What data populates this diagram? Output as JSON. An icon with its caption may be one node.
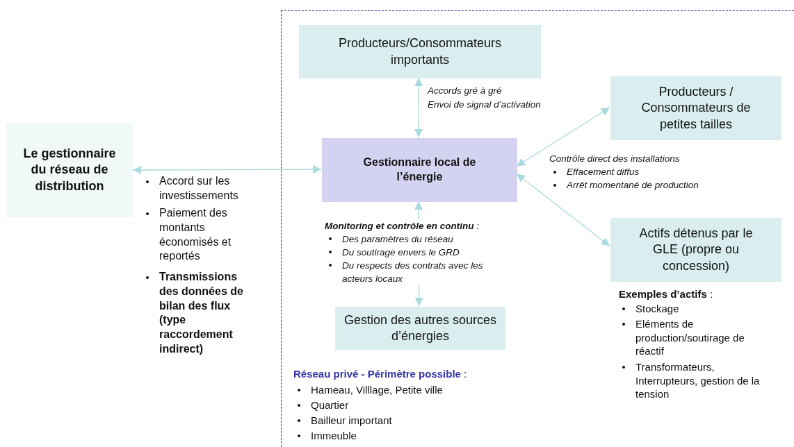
{
  "diagram": {
    "nodes": [
      {
        "text": [
          "**Réseau privé - Périmètre possible** :"
        ]
      },
      {
        "text": [
          "Le gestionnaire du réseau de distribution"
        ]
      },
      {
        "text": [
          "Producteurs/Consommateurs importants"
        ],
        "in": 0
      },
      {
        "text": [
          "Gestionnaire local de l’énergie"
        ],
        "in": 0
      },
      {
        "text": [
          "Producteurs / Consommateurs de petites tailles"
        ],
        "in": 0
      },
      {
        "text": [
          "Actifs détenus par le GLE (propre ou concession)"
        ],
        "in": 0
      },
      {
        "text": [
          "Gestion des autres sources d’énergies"
        ],
        "in": 0
      }
    ],
    "edges": [
      {
        "from": 1,
        "to": 3,
        "arrow": "both"
      },
      {
        "from": 2,
        "to": 3,
        "arrow": "both"
      },
      {
        "from": 3,
        "to": 4,
        "arrow": "both"
      },
      {
        "from": 3,
        "to": 5,
        "arrow": "both"
      },
      {
        "from": 3,
        "to": 6,
        "arrow": "both"
      }
    ],
    "labels": [
      "Accords gré à gré",
      "Envoi de signal d’activation",
      "Contrôle direct des installations",
      "Effacement diffus",
      "Arrêt momentané de production",
      "Accord sur les investissements",
      "Paiement des montants économisés et reportés",
      "Transmissions des données de bilan des flux (type raccordement indirect)",
      "**Monitoring et contrôle en continu** :",
      "Des paramètres du réseau",
      "Du soutirage envers le GRD",
      "Du respects des contrats avec les acteurs locaux",
      "**Exemples d’actifs** :",
      "Stockage",
      "Eléments de production/soutirage de réactif",
      "Transformateurs, Interrupteurs, gestion de la tension",
      "Hameau, Villlage, Petite ville",
      "Quartier",
      "Bailleur important",
      "Immeuble"
    ]
  }
}
